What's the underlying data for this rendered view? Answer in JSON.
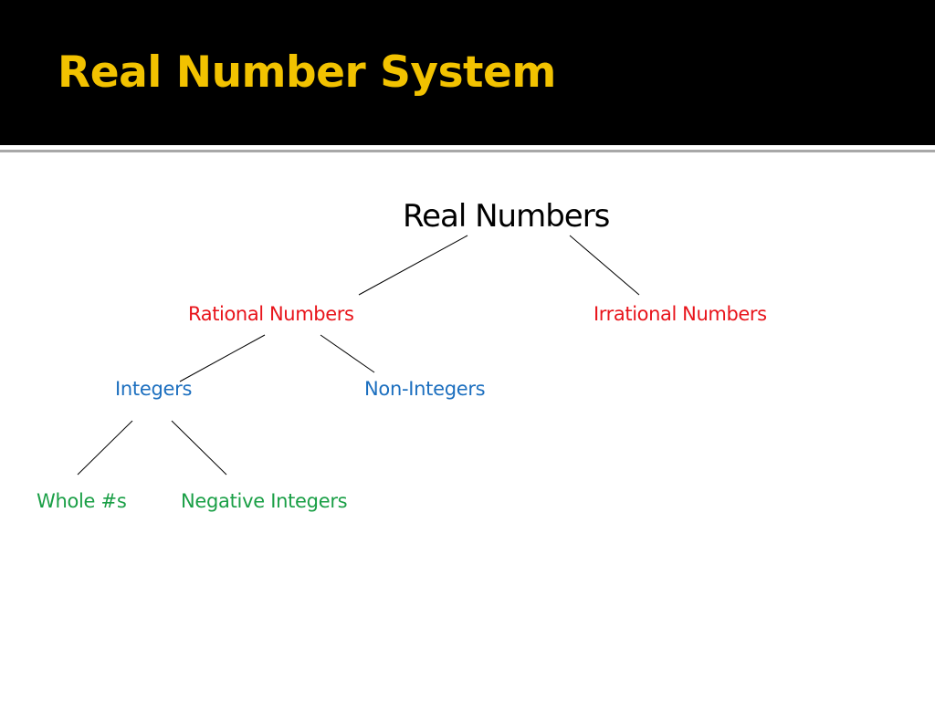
{
  "slide": {
    "title": "Real Number System"
  },
  "colors": {
    "title_bar_bg": "#000000",
    "title_text": "#F2C200",
    "root_text": "#000000",
    "level1_text": "#E8141B",
    "level2_text": "#1C6FBF",
    "level3_text": "#1A9F46",
    "line_color": "#000000"
  },
  "diagram": {
    "root": "Real Numbers",
    "rational": "Rational Numbers",
    "irrational": "Irrational Numbers",
    "integers": "Integers",
    "non_integers": "Non-Integers",
    "whole": "Whole #s",
    "negative_integers": "Negative Integers"
  }
}
